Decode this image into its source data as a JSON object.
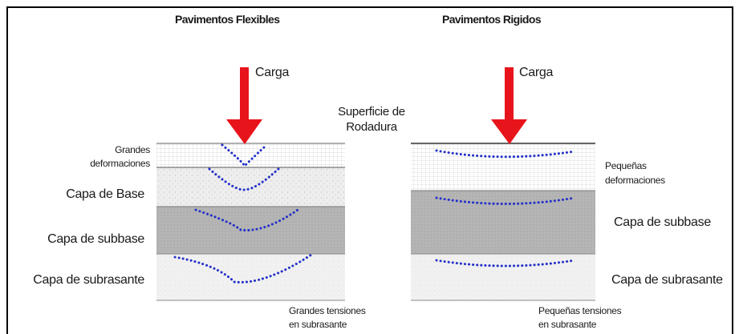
{
  "diagram": {
    "title_flexible": "Pavimentos Flexibles",
    "title_rigid": "Pavimentos Rigidos",
    "load_label_left": "Carga",
    "load_label_right": "Carga",
    "surface_label_line1": "Superficie de",
    "surface_label_line2": "Rodadura",
    "flexible": {
      "large_deformations_line1": "Grandes",
      "large_deformations_line2": "deformaciones",
      "base_layer": "Capa de Base",
      "subbase_layer": "Capa de subbase",
      "subgrade_layer": "Capa de subrasante",
      "stress_line1": "Grandes tensiones",
      "stress_line2": "en subrasante"
    },
    "rigid": {
      "small_deformations_line1": "Pequeñas",
      "small_deformations_line2": "deformaciones",
      "subbase_layer": "Capa de subbase",
      "subgrade_layer": "Capa de subrasante",
      "stress_line1": "Pequeñas tensiones",
      "stress_line2": "en subrasante"
    },
    "colors": {
      "load_arrow": "#e8141b",
      "deflection_dots": "#2330c8",
      "subbase_fill": "#b4b4b4",
      "frame": "#000000"
    }
  }
}
